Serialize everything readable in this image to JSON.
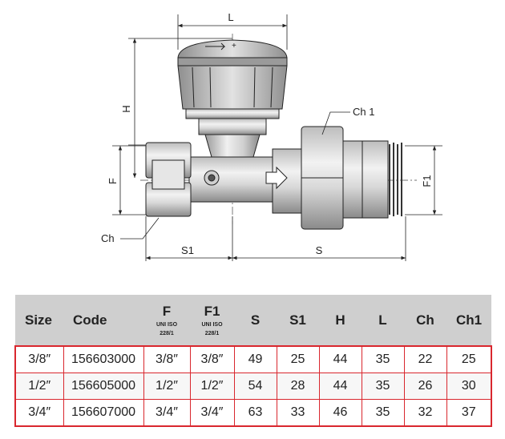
{
  "drawing": {
    "labels": {
      "L": "L",
      "H": "H",
      "F": "F",
      "F1": "F1",
      "Ch": "Ch",
      "Ch1": "Ch 1",
      "S1": "S1",
      "S": "S"
    }
  },
  "table": {
    "headers": {
      "size": "Size",
      "code": "Code",
      "f": "F",
      "f_sub": "UNI ISO",
      "f_sub2": "228/1",
      "f1": "F1",
      "f1_sub": "UNI ISO",
      "f1_sub2": "228/1",
      "s": "S",
      "s1": "S1",
      "h": "H",
      "l": "L",
      "ch": "Ch",
      "ch1": "Ch1"
    },
    "rows": [
      {
        "size": "3/8″",
        "code": "156603000",
        "f": "3/8″",
        "f1": "3/8″",
        "s": "49",
        "s1": "25",
        "h": "44",
        "l": "35",
        "ch": "22",
        "ch1": "25"
      },
      {
        "size": "1/2″",
        "code": "156605000",
        "f": "1/2″",
        "f1": "1/2″",
        "s": "54",
        "s1": "28",
        "h": "44",
        "l": "35",
        "ch": "26",
        "ch1": "30"
      },
      {
        "size": "3/4″",
        "code": "156607000",
        "f": "3/4″",
        "f1": "3/4″",
        "s": "63",
        "s1": "33",
        "h": "46",
        "l": "35",
        "ch": "32",
        "ch1": "37"
      }
    ]
  },
  "colors": {
    "table_border": "#d9272e",
    "header_bg": "#cfcfcf"
  }
}
